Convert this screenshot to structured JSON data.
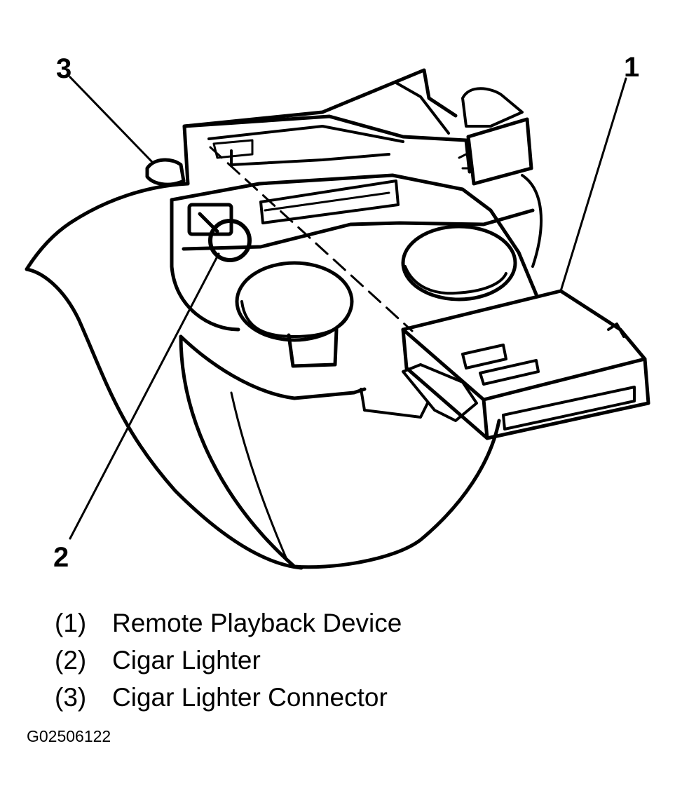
{
  "diagram": {
    "callouts": [
      {
        "number": "1",
        "part": "Remote Playback Device"
      },
      {
        "number": "2",
        "part": "Cigar Lighter"
      },
      {
        "number": "3",
        "part": "Cigar Lighter Connector"
      }
    ]
  },
  "legend": [
    {
      "num": "(1)",
      "label": "Remote Playback Device"
    },
    {
      "num": "(2)",
      "label": "Cigar Lighter"
    },
    {
      "num": "(3)",
      "label": "Cigar Lighter Connector"
    }
  ],
  "figure_id": "G02506122",
  "colors": {
    "ink": "#000000",
    "paper": "#ffffff"
  }
}
